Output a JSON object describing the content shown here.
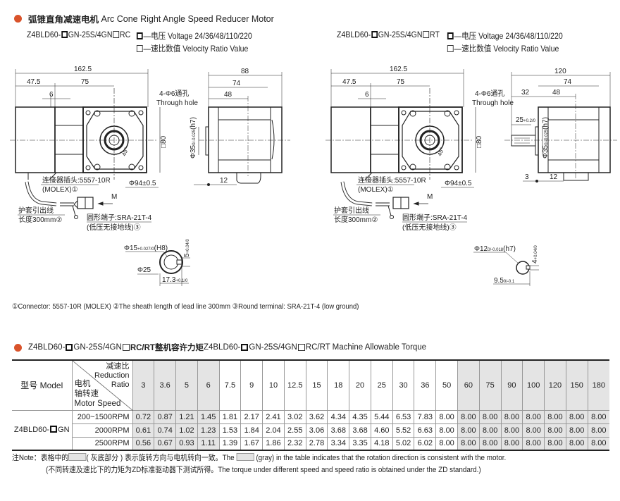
{
  "section1": {
    "title_cn": "弧锥直角减速电机",
    "title_en": "Arc Cone Right Angle Speed Reducer Motor"
  },
  "left": {
    "model_prefix": "Z4BLD60-",
    "model_mid": "GN-25S/4GN",
    "model_suffix": "RC",
    "legend_voltage": "—电压 Voltage 24/36/48/110/220",
    "legend_ratio": "—速比数值 Velocity Ratio Value",
    "dims": {
      "total": "162.5",
      "a": "47.5",
      "b": "75",
      "c": "6",
      "hole_cn": "4-Φ6通孔",
      "hole_en": "Through hole",
      "sq": "□80",
      "angle": "45°",
      "pcd": "Φ94±0.5",
      "side_total": "88",
      "side_74": "74",
      "side_48": "48",
      "pilot": "Φ35",
      "pilot_tol": "0/-0.025",
      "pilot_fit": "(h7)",
      "side_12": "12"
    },
    "connector_cn": "连接器插头:5557-10R",
    "connector_en": "(MOLEX)①",
    "arrow_m": "M",
    "lead_cn": "护套引出线",
    "lead_len": "长度300mm②",
    "terminal_cn": "圆形端子:SRA-21T-4",
    "terminal_note": "(低压无接地线)③",
    "section": {
      "bore": "Φ15",
      "bore_tol": "+0.027/0",
      "bore_fit": "(H8)",
      "outer": "Φ25",
      "key_depth": "17.3",
      "key_depth_tol": "+0.1/0",
      "key_w": "5",
      "key_w_tol": "+0.04/0"
    }
  },
  "right": {
    "model_prefix": "Z4BLD60-",
    "model_mid": "GN-25S/4GN",
    "model_suffix": "RT",
    "legend_voltage": "—电压 Voltage 24/36/48/110/220",
    "legend_ratio": "—速比数值 Velocity Ratio Value",
    "dims": {
      "total": "162.5",
      "a": "47.5",
      "b": "75",
      "c": "6",
      "hole_cn": "4-Φ6通孔",
      "hole_en": "Through hole",
      "sq": "□80",
      "angle": "45°",
      "pcd": "Φ94±0.5",
      "side_total": "120",
      "side_74": "74",
      "side_32": "32",
      "side_48": "48",
      "shaft_len": "25",
      "shaft_len_tol": "+0.2/0",
      "pilot": "Φ35",
      "pilot_tol": "0/-0.025",
      "pilot_fit": "(h7)",
      "side_3": "3",
      "side_12": "12"
    },
    "connector_cn": "连接器插头:5557-10R",
    "connector_en": "(MOLEX)①",
    "arrow_m": "M",
    "lead_cn": "护套引出线",
    "lead_len": "长度300mm②",
    "terminal_cn": "圆形端子:SRA-21T-4",
    "terminal_note": "(低压无接地线)③",
    "section": {
      "shaft": "Φ12",
      "shaft_tol": "0/-0.018",
      "shaft_fit": "(h7)",
      "flat": "9.5",
      "flat_tol": "0/-0.1",
      "key_w": "4",
      "key_w_tol": "+0.04/0"
    }
  },
  "footnote": "①Connector: 5557-10R (MOLEX)  ②The sheath length of lead line 300mm  ③Round terminal: SRA-21T-4  (low ground)",
  "section2": {
    "prefix": "Z4BLD60-",
    "mid": "GN-25S/4GN",
    "suffix_cn": "RC/RT整机容许力矩",
    "mid2_prefix": " Z4BLD60-",
    "suffix_en": "RC/RT Machine Allowable Torque"
  },
  "table": {
    "model_header": "型号 Model",
    "ratio_header_cn": "减速比",
    "ratio_header_en1": "Reduction",
    "ratio_header_en2": "Ratio",
    "speed_header_cn1": "电机",
    "speed_header_cn2": "轴转速",
    "speed_header_en": "Motor Speed",
    "model_prefix": "Z4BLD60-",
    "model_suffix": "GN",
    "ratios": [
      "3",
      "3.6",
      "5",
      "6",
      "7.5",
      "9",
      "10",
      "12.5",
      "15",
      "18",
      "20",
      "25",
      "30",
      "36",
      "50",
      "60",
      "75",
      "90",
      "100",
      "120",
      "150",
      "180"
    ],
    "gray_columns": [
      0,
      1,
      2,
      3,
      15,
      16,
      17,
      18,
      19,
      20,
      21
    ],
    "rows": [
      {
        "speed": "200~1500RPM",
        "values": [
          "0.72",
          "0.87",
          "1.21",
          "1.45",
          "1.81",
          "2.17",
          "2.41",
          "3.02",
          "3.62",
          "4.34",
          "4.35",
          "5.44",
          "6.53",
          "7.83",
          "8.00",
          "8.00",
          "8.00",
          "8.00",
          "8.00",
          "8.00",
          "8.00",
          "8.00"
        ]
      },
      {
        "speed": "2000RPM",
        "values": [
          "0.61",
          "0.74",
          "1.02",
          "1.23",
          "1.53",
          "1.84",
          "2.04",
          "2.55",
          "3.06",
          "3.68",
          "3.68",
          "4.60",
          "5.52",
          "6.63",
          "8.00",
          "8.00",
          "8.00",
          "8.00",
          "8.00",
          "8.00",
          "8.00",
          "8.00"
        ]
      },
      {
        "speed": "2500RPM",
        "values": [
          "0.56",
          "0.67",
          "0.93",
          "1.11",
          "1.39",
          "1.67",
          "1.86",
          "2.32",
          "2.78",
          "3.34",
          "3.35",
          "4.18",
          "5.02",
          "6.02",
          "8.00",
          "8.00",
          "8.00",
          "8.00",
          "8.00",
          "8.00",
          "8.00",
          "8.00"
        ]
      }
    ]
  },
  "note": {
    "line1_a": "注Note：表格中的",
    "line1_b": "( 灰底部分 ) 表示旋转方向与电机转向一致。The",
    "line1_c": "(gray) in the table indicates that the rotation direction is consistent with the motor.",
    "line2": "(不同转速及速比下的力矩为ZD标准驱动器下测试所得。The torque under different speed and speed ratio is obtained under the ZD standard.)"
  },
  "colors": {
    "accent": "#d9532b",
    "gray_cell": "#e4e4e4"
  }
}
